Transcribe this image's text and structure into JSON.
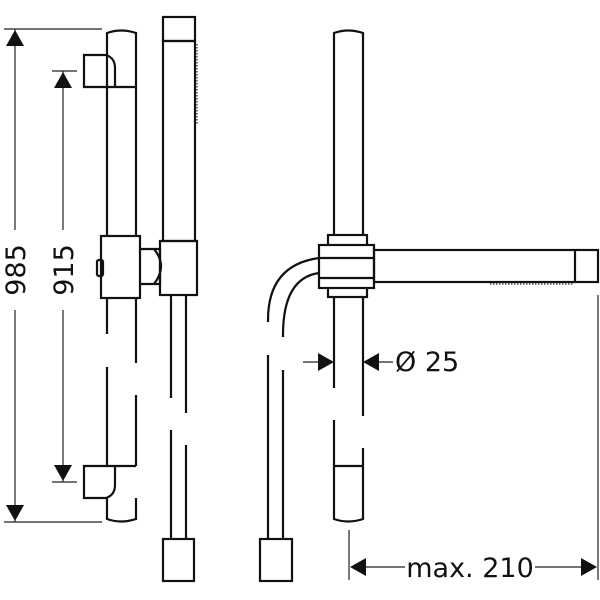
{
  "drawing": {
    "dimensions": {
      "overall_height": "985",
      "bracket_spacing": "915",
      "rail_diameter": "Ø 25",
      "max_projection": "max. 210"
    },
    "colors": {
      "line": "#111111",
      "background": "#ffffff"
    }
  }
}
